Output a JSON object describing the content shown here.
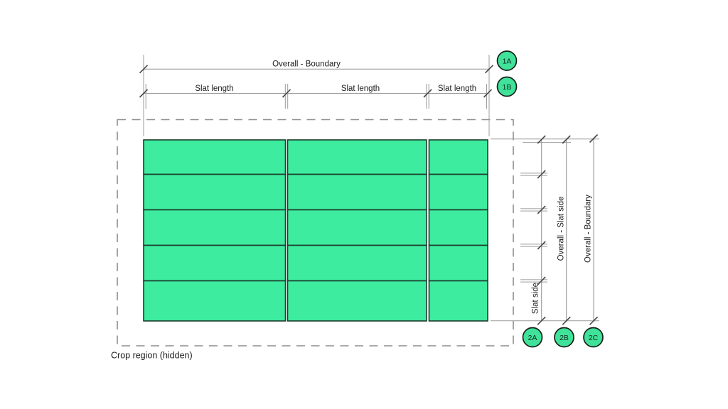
{
  "diagram": {
    "view_type": "dimensioned-slat-drawing",
    "crop_region_label": "Crop region (hidden)",
    "dimensions": {
      "overall_boundary_top": "Overall - Boundary",
      "slat_length_labels": [
        "Slat length",
        "Slat length",
        "Slat length"
      ],
      "slat_side": "Slat side",
      "overall_slat_side": "Overall - Slat side",
      "overall_boundary_right": "Overall - Boundary"
    },
    "reference_bubbles": [
      {
        "id": "1A"
      },
      {
        "id": "1B"
      },
      {
        "id": "2A"
      },
      {
        "id": "2B"
      },
      {
        "id": "2C"
      }
    ],
    "slat_grid": {
      "rows": 5,
      "columns": 3
    },
    "colors": {
      "slat_fill": "#3DEC9E",
      "slat_stroke": "#1D3B2E",
      "bubble_fill": "#40E29A",
      "bubble_stroke": "#142119",
      "dimension_line": "#9B9B9B",
      "tick": "#474747",
      "crop_dash": "#8E8E8E",
      "text": "#1C1C1C"
    }
  }
}
